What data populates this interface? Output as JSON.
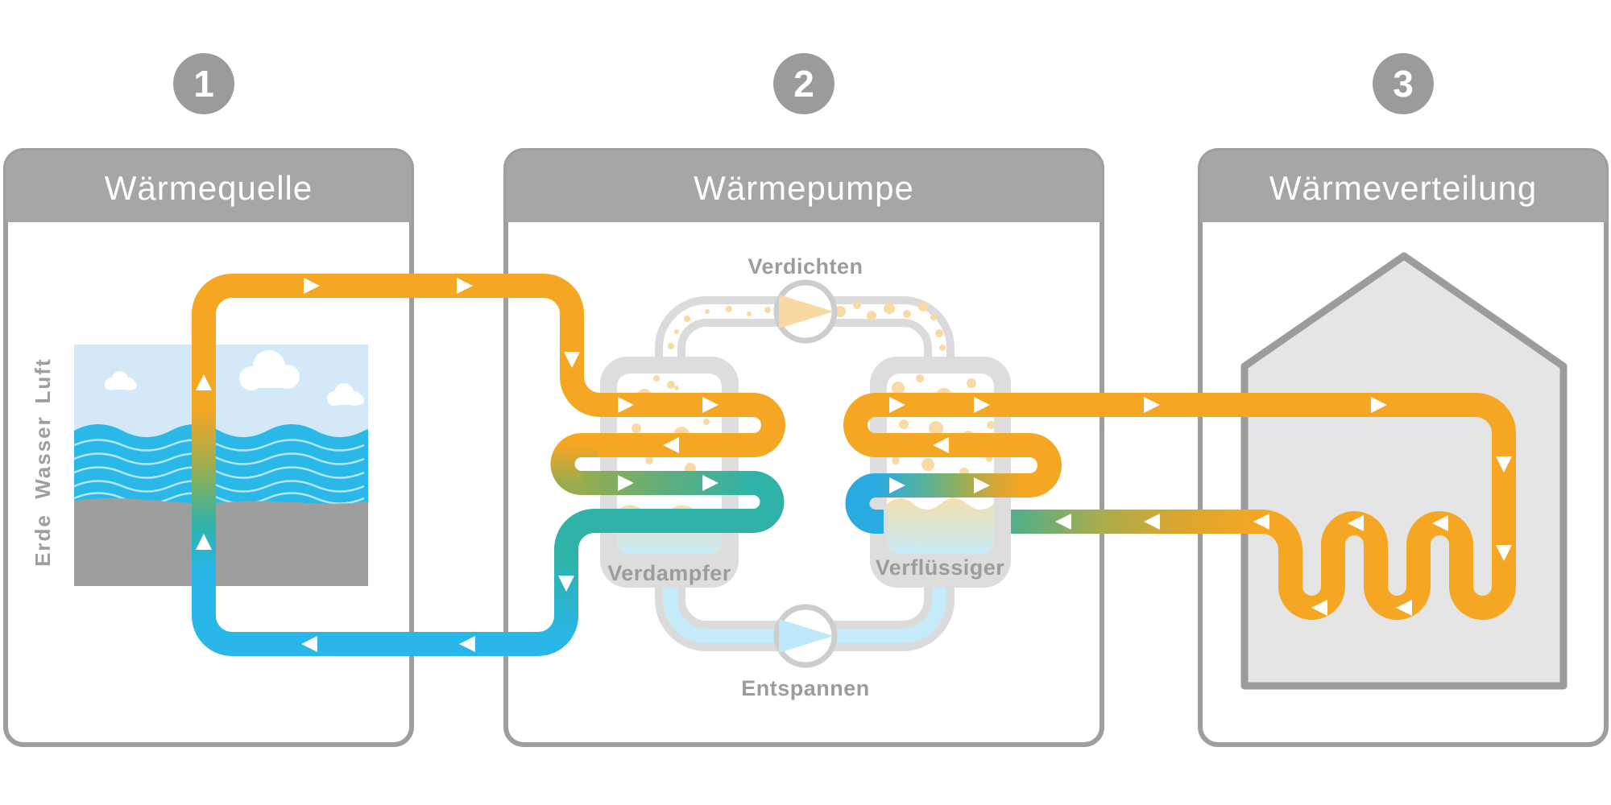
{
  "diagram": {
    "steps": [
      {
        "number": "1",
        "title": "Wärmequelle"
      },
      {
        "number": "2",
        "title": "Wärmepumpe"
      },
      {
        "number": "3",
        "title": "Wärmeverteilung"
      }
    ],
    "source": {
      "layers": [
        {
          "label": "Luft"
        },
        {
          "label": "Wasser"
        },
        {
          "label": "Erde"
        }
      ]
    },
    "pump": {
      "compress_label": "Verdichten",
      "expand_label": "Entspannen",
      "evaporator_label": "Verdampfer",
      "condenser_label": "Verflüssiger"
    },
    "colors": {
      "warm_orange": "#F5A623",
      "cold_cyan": "#29ABE2",
      "water_blue": "#29B8E8",
      "teal": "#2FB3A8",
      "olive": "#97AC4D",
      "panel_border": "#9E9E9E",
      "header_gray": "#A6A6A6",
      "badge_gray": "#9B9B9B",
      "pipe_gray": "#DBDBDB",
      "vessel_gray": "#DDDDDD",
      "bubble": "#F7DAA4",
      "expansion_blue": "#BEE8F9"
    }
  }
}
